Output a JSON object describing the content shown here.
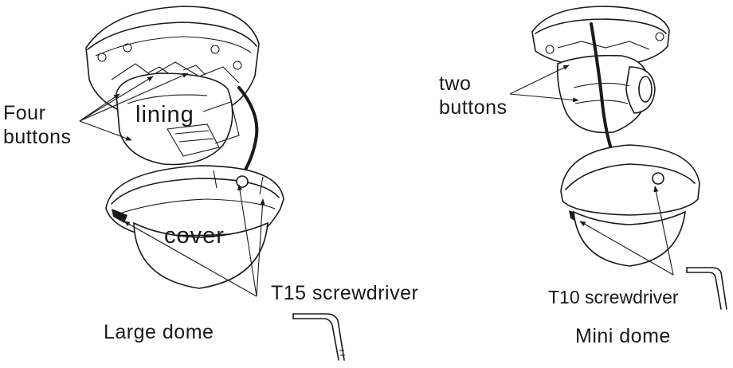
{
  "large_dome": {
    "caption": "Large dome",
    "buttons_label_line1": "Four",
    "buttons_label_line2": "buttons",
    "lining_label": "lining",
    "cover_label": "cover",
    "screwdriver_label": "T15 screwdriver"
  },
  "mini_dome": {
    "caption": "Mini dome",
    "buttons_label_line1": "two",
    "buttons_label_line2": "buttons",
    "screwdriver_label": "T10 screwdriver"
  }
}
